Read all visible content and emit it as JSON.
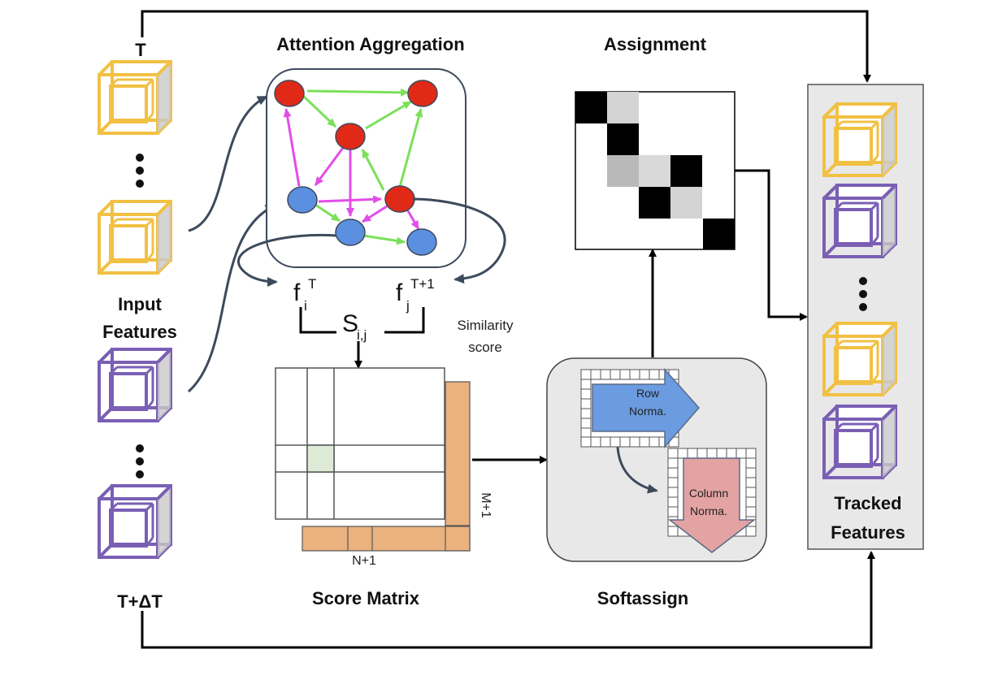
{
  "labels": {
    "time_t": "T",
    "time_t_delta": "T+ΔT",
    "input_features_1": "Input",
    "input_features_2": "Features",
    "attention_aggregation": "Attention Aggregation",
    "assignment": "Assignment",
    "score_matrix": "Score Matrix",
    "softassign": "Softassign",
    "tracked_features_1": "Tracked",
    "tracked_features_2": "Features",
    "similarity_score_1": "Similarity",
    "similarity_score_2": "score",
    "m_plus_1": "M+1",
    "n_plus_1": "N+1",
    "row_norma_1": "Row",
    "row_norma_2": "Norma.",
    "column_norma_1": "Column",
    "column_norma_2": "Norma.",
    "f": "f",
    "sub_i": "i",
    "sub_j": "j",
    "sup_t": "T",
    "sup_t1": "T+1",
    "s": "S",
    "sub_ij": "i,j"
  },
  "colors": {
    "yellow_cube": "#f2c042",
    "purple_cube": "#7a5fb4",
    "red_node": "#e02a17",
    "blue_node": "#5b8fe0",
    "green_edge": "#7ce05a",
    "magenta_edge": "#e24de8",
    "curve_arrow": "#3d4a5c",
    "score_bar": "#eab27f",
    "row_arrow": "#6b9be0",
    "column_arrow": "#e3a3a3",
    "panel_gray": "#e8e8e8"
  }
}
